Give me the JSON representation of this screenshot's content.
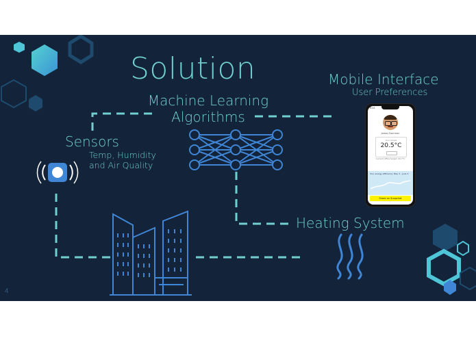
{
  "slide": {
    "title": "Solution",
    "ml_line1": "Machine Learning",
    "ml_line2": "Algorithms",
    "mobile_title": "Mobile Interface",
    "mobile_subtitle": "User Preferences",
    "sensors_title": "Sensors",
    "sensors_line1": "Temp, Humidity",
    "sensors_line2": "and Air Quality",
    "heating_title": "Heating System",
    "page_number": "4"
  },
  "phone": {
    "status_time": "9:41",
    "user_name": "James Dorrman",
    "temp_label": "Your target",
    "temp_value": "20.5°C",
    "control_text": "Current office target: 20.7°C",
    "efficiency_text": "Your energy efficiency: May 3 - June 3",
    "share_button": "Share on Snapchat"
  },
  "colors": {
    "background": "#13233a",
    "accent_teal": "#6fd0cf",
    "line_blue": "#3f86d6",
    "hex_light": "#4fc6d8",
    "hex_dark": "#1e4a6e"
  },
  "icons": {
    "sensor": "sensor-device-icon",
    "network": "neural-network-icon",
    "buildings": "buildings-icon",
    "heat": "heat-waves-icon"
  }
}
